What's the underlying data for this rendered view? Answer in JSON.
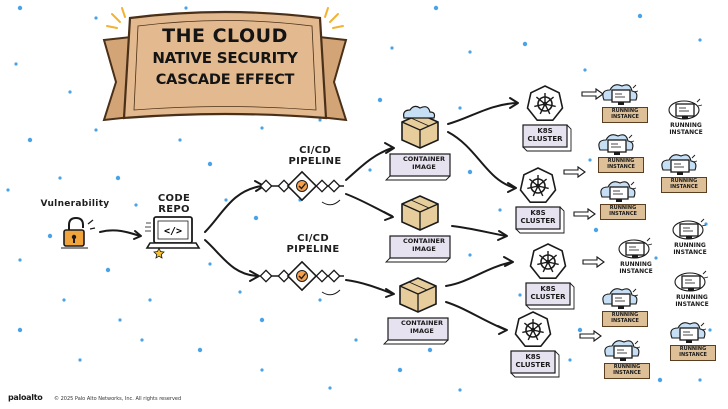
{
  "title": {
    "line1": "THE CLOUD",
    "line2": "NATIVE SECURITY",
    "line3": "CASCADE EFFECT"
  },
  "nodes": {
    "vulnerability": "Vulnerability",
    "code_repo": [
      "CODE",
      "REPO"
    ],
    "ci_cd_pipeline_top": [
      "CI/CD",
      "PIPELINE"
    ],
    "ci_cd_pipeline_bottom": [
      "CI/CD",
      "PIPELINE"
    ],
    "container_image_label": [
      "CONTAINER",
      "IMAGE"
    ],
    "k8s_cluster_label": [
      "K8S",
      "CLUSTER"
    ],
    "running_instance_label": [
      "RUNNING",
      "INSTANCE"
    ]
  },
  "footer": {
    "brand": "paloalto",
    "copyright": "© 2025 Palo Alto Networks, Inc. All rights reserved"
  },
  "colors": {
    "banner": "#e3b98f",
    "banner_outline": "#4a3018",
    "container_box": "#e7cc9c",
    "k8s_panel": "#e7e2f0",
    "cloud": "#c6dff4",
    "lock": "#f1a33c",
    "check_badge": "#f6a04d",
    "dots": "#4aa3e6"
  },
  "icons": [
    "lock-icon",
    "laptop-code-icon",
    "star-icon",
    "pipeline-check-icon",
    "box-icon",
    "cloud-icon",
    "helm-icon",
    "monitor-icon",
    "arrow-icon"
  ]
}
